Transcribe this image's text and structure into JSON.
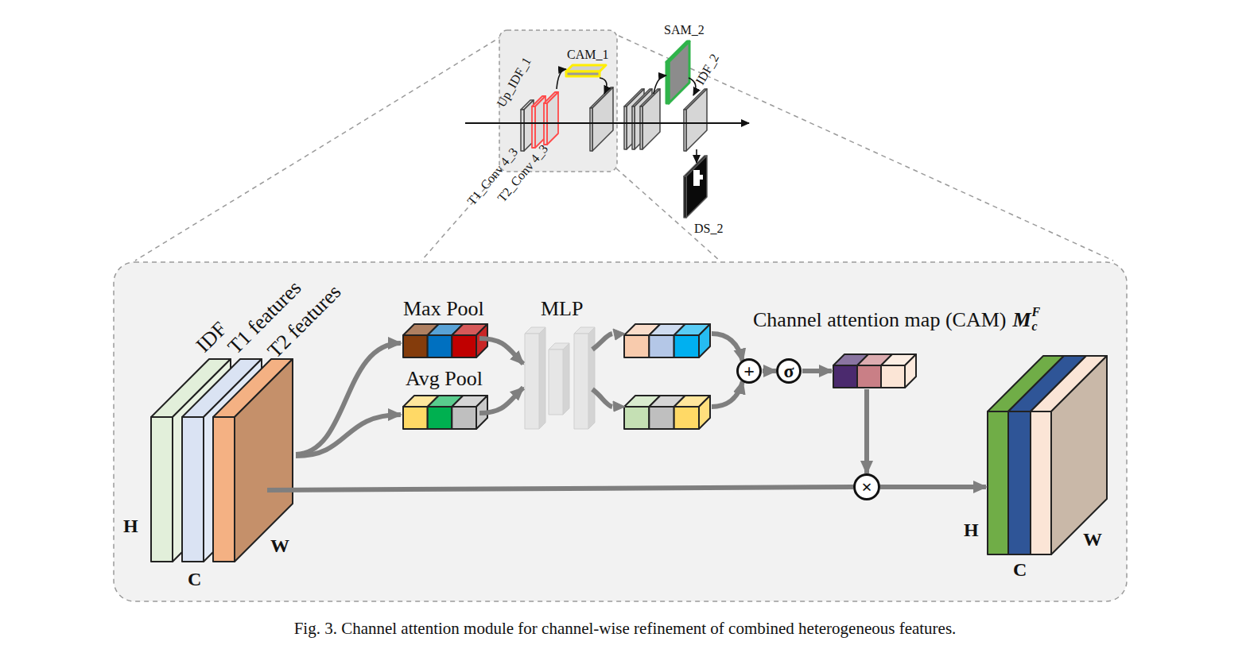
{
  "diagram": {
    "caption": "Fig. 3. Channel attention module for channel-wise refinement of combined heterogeneous features.",
    "nodes": [
      {
        "text": [
          "IDF",
          "T1 features",
          "T2 features",
          "H",
          "C",
          "W"
        ]
      },
      {
        "text": [
          "Max Pool"
        ]
      },
      {
        "text": [
          "Avg Pool"
        ]
      },
      {
        "text": [
          "MLP"
        ]
      },
      {
        "text": [
          "+"
        ]
      },
      {
        "text": [
          "σ"
        ]
      },
      {
        "text": [
          "Channel attention map (CAM)",
          "M"
        ]
      },
      {
        "text": [
          "×"
        ]
      },
      {
        "text": [
          "H",
          "C",
          "W"
        ]
      }
    ],
    "edges": [
      {
        "from": 0,
        "to": 1,
        "arrow": "to"
      },
      {
        "from": 0,
        "to": 2,
        "arrow": "to"
      },
      {
        "from": 1,
        "to": 3,
        "arrow": "to"
      },
      {
        "from": 2,
        "to": 3,
        "arrow": "to"
      },
      {
        "from": 3,
        "to": 4,
        "arrow": "to"
      },
      {
        "from": 3,
        "to": 4,
        "arrow": "to"
      },
      {
        "from": 4,
        "to": 5,
        "arrow": "to"
      },
      {
        "from": 5,
        "to": 6,
        "arrow": "to"
      },
      {
        "from": 6,
        "to": 7,
        "arrow": "to"
      },
      {
        "from": 0,
        "to": 7,
        "arrow": "none"
      },
      {
        "from": 7,
        "to": 8,
        "arrow": "to"
      }
    ],
    "labels": [
      "CAM_1",
      "Up_IDF_1",
      "T1_Conv 4_3",
      "T2_Conv 4_3",
      "SAM_2",
      "IDF_2",
      "DS_2",
      "F",
      "c"
    ]
  }
}
